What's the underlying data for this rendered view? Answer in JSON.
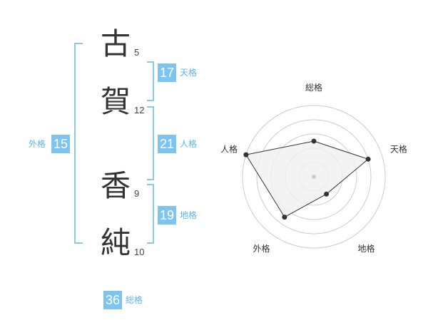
{
  "name": {
    "chars": [
      {
        "char": "古",
        "strokes": "5"
      },
      {
        "char": "賀",
        "strokes": "12"
      },
      {
        "char": "香",
        "strokes": "9"
      },
      {
        "char": "純",
        "strokes": "10"
      }
    ]
  },
  "fortunes": {
    "tenkaku": {
      "value": "17",
      "label": "天格"
    },
    "jinkaku": {
      "value": "21",
      "label": "人格"
    },
    "chikaku": {
      "value": "19",
      "label": "地格"
    },
    "gaikaku": {
      "value": "15",
      "label": "外格"
    },
    "soukaku": {
      "value": "36",
      "label": "総格"
    }
  },
  "chart_data": {
    "type": "radar",
    "axes": [
      "総格",
      "天格",
      "地格",
      "外格",
      "人格"
    ],
    "values": [
      2.5,
      4,
      1.5,
      3.5,
      5
    ],
    "max": 5,
    "rings": 5,
    "grid": true,
    "colors": {
      "fill": "#f0f0f0",
      "line": "#333333",
      "grid": "#cccccc",
      "point": "#333333"
    }
  }
}
